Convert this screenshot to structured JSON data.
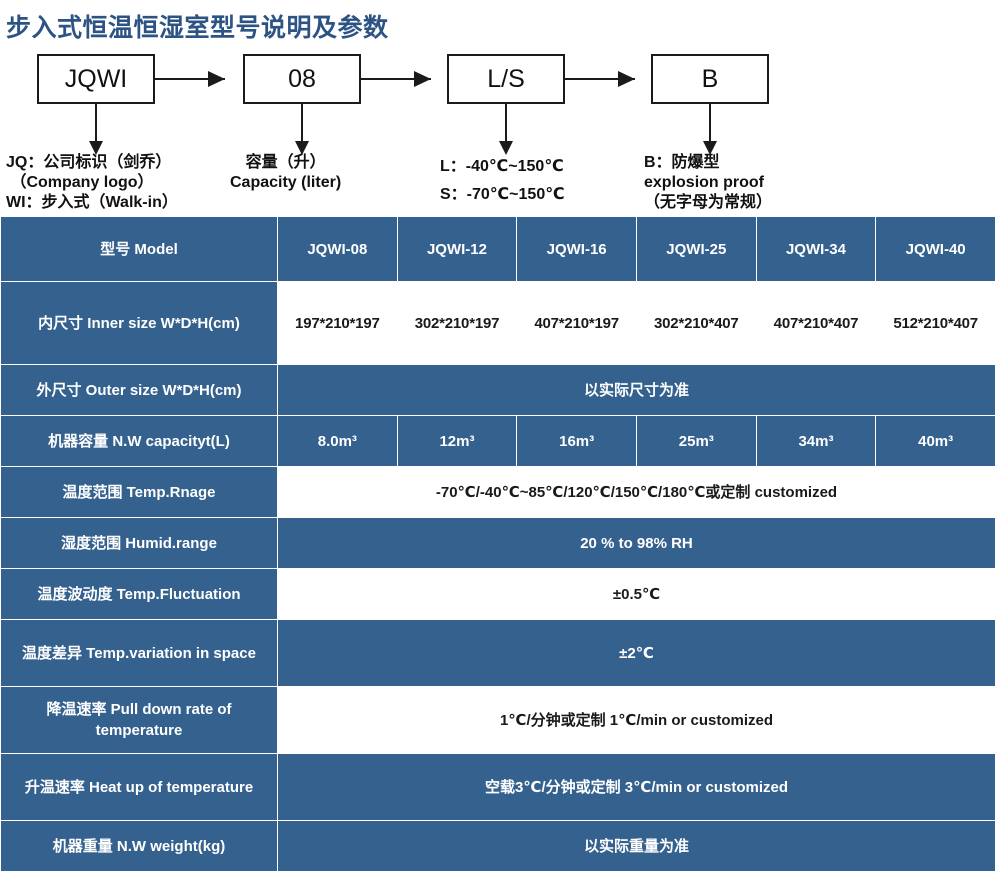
{
  "page": {
    "title": "步入式恒温恒湿室型号说明及参数",
    "title_color": "#2d5384",
    "accent_blue": "#35618f"
  },
  "diagram": {
    "boxes": [
      {
        "label": "JQWI"
      },
      {
        "label": "08"
      },
      {
        "label": "L/S"
      },
      {
        "label": "B"
      }
    ],
    "notes": [
      {
        "text": "JQ：公司标识（剑乔）\n （Company logo）\nWI：步入式（Walk-in）"
      },
      {
        "text": "容量（升）\nCapacity (liter)"
      },
      {
        "text": "L：-40℃~150℃\nS：-70℃~150℃"
      },
      {
        "text": "B：防爆型\nexplosion proof\n（无字母为常规）"
      }
    ]
  },
  "table": {
    "header": {
      "label": "型号 Model",
      "models": [
        "JQWI-08",
        "JQWI-12",
        "JQWI-16",
        "JQWI-25",
        "JQWI-34",
        "JQWI-40"
      ]
    },
    "rows": [
      {
        "label": "内尺寸 Inner size W*D*H(cm)",
        "style": "white",
        "merged": false,
        "values": [
          "197*210*197",
          "302*210*197",
          "407*210*197",
          "302*210*407",
          "407*210*407",
          "512*210*407"
        ]
      },
      {
        "label": "外尺寸 Outer size W*D*H(cm)",
        "style": "blue",
        "merged": true,
        "value": "以实际尺寸为准"
      },
      {
        "label": "机器容量 N.W capacityt(L)",
        "style": "blue",
        "merged": false,
        "values": [
          "8.0m³",
          "12m³",
          "16m³",
          "25m³",
          "34m³",
          "40m³"
        ]
      },
      {
        "label": "温度范围 Temp.Rnage",
        "style": "white",
        "merged": true,
        "value": "-70℃/-40℃~85℃/120℃/150℃/180℃或定制 customized"
      },
      {
        "label": "湿度范围 Humid.range",
        "style": "blue",
        "merged": true,
        "value": "20 % to 98% RH"
      },
      {
        "label": "温度波动度 Temp.Fluctuation",
        "style": "white",
        "merged": true,
        "value": "±0.5℃"
      },
      {
        "label": "温度差异 Temp.variation in space",
        "style": "blue",
        "merged": true,
        "value": "±2℃"
      },
      {
        "label": "降温速率 Pull down rate of temperature",
        "style": "white",
        "merged": true,
        "value": "1℃/分钟或定制    1℃/min or customized"
      },
      {
        "label": "升温速率 Heat up of temperature",
        "style": "blue",
        "merged": true,
        "value": "空载3℃/分钟或定制 3℃/min or customized"
      },
      {
        "label": "机器重量 N.W weight(kg)",
        "style": "blue",
        "merged": true,
        "value": "以实际重量为准"
      }
    ]
  }
}
